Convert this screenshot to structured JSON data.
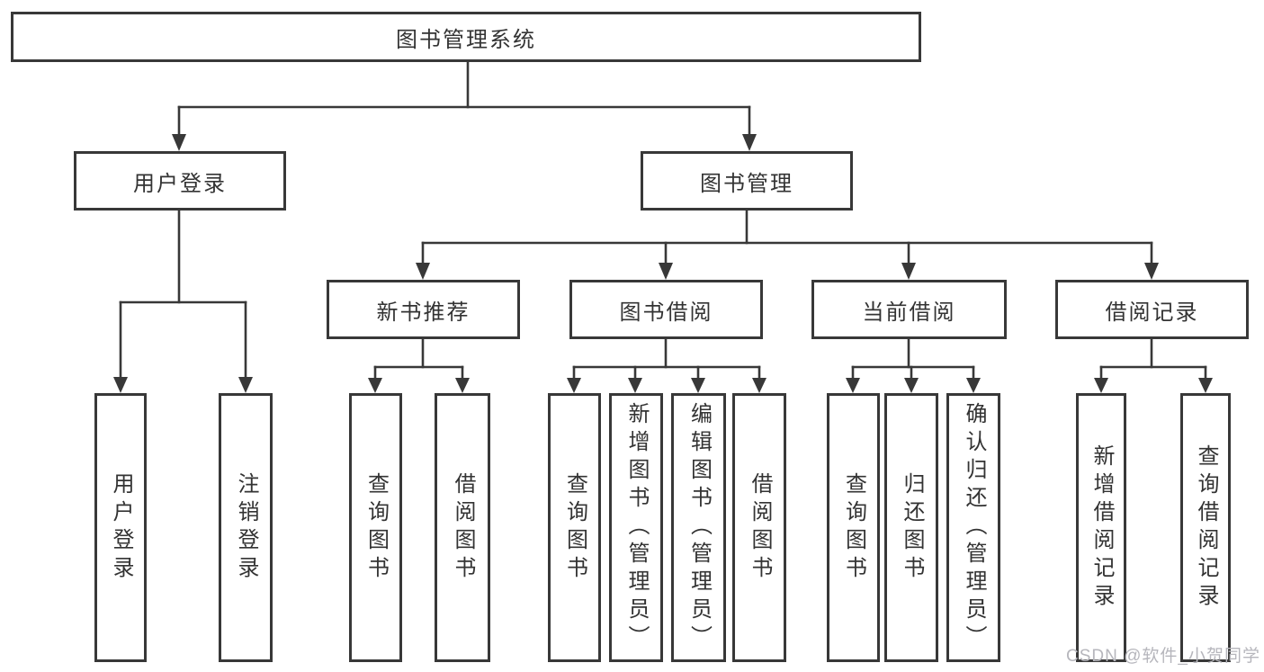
{
  "page": {
    "watermark": "CSDN @软件_小贺同学"
  },
  "colors": {
    "line": "#383838",
    "box_border": "#383838",
    "text": "#333333",
    "watermark": "#b6b6bc",
    "background": "#ffffff"
  },
  "tree": {
    "root": {
      "label": "图书管理系统"
    },
    "branches": [
      {
        "label": "用户登录",
        "children": [
          {
            "label": "用户登录"
          },
          {
            "label": "注销登录"
          }
        ]
      },
      {
        "label": "图书管理",
        "groups": [
          {
            "label": "新书推荐",
            "children": [
              {
                "label": "查询图书"
              },
              {
                "label": "借阅图书"
              }
            ]
          },
          {
            "label": "图书借阅",
            "children": [
              {
                "label": "查询图书"
              },
              {
                "label": "新增图书（管理员）"
              },
              {
                "label": "编辑图书（管理员）"
              },
              {
                "label": "借阅图书"
              }
            ]
          },
          {
            "label": "当前借阅",
            "children": [
              {
                "label": "查询图书"
              },
              {
                "label": "归还图书"
              },
              {
                "label": "确认归还（管理员）"
              }
            ]
          },
          {
            "label": "借阅记录",
            "children": [
              {
                "label": "新增借阅记录"
              },
              {
                "label": "查询借阅记录"
              }
            ]
          }
        ]
      }
    ]
  }
}
